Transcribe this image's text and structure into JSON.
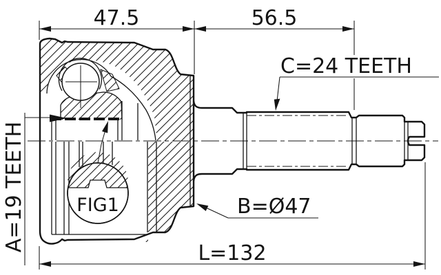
{
  "drawing": {
    "title": "CV joint cross-section technical drawing",
    "background": "#ffffff",
    "ink": "#141414",
    "dimensions": {
      "housing_width": "47.5",
      "spline_section_length": "56.5",
      "overall_length": "L=132",
      "housing_diameter": "B=Ø47",
      "inner_spline_teeth": "A=19 TEETH",
      "shaft_spline_teeth": "C=24 TEETH",
      "detail_label": "FIG1"
    }
  }
}
